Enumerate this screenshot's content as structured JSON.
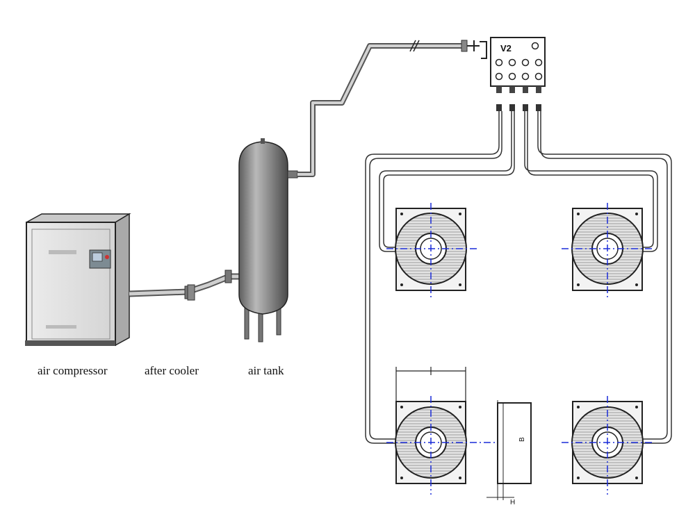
{
  "labels": {
    "air_compressor": "air compressor",
    "after_cooler": "after cooler",
    "air_tank": "air tank"
  },
  "manifold": {
    "marking": "V2"
  },
  "dimension_marks": {
    "side_view_height": "B",
    "side_view_base": "H"
  },
  "colors": {
    "pipe": "#6f6f6f",
    "centerline": "#1a2bd8",
    "outline": "#222222",
    "tank_body": "#8a8a8a",
    "pad_fill": "#cfcfcf"
  }
}
